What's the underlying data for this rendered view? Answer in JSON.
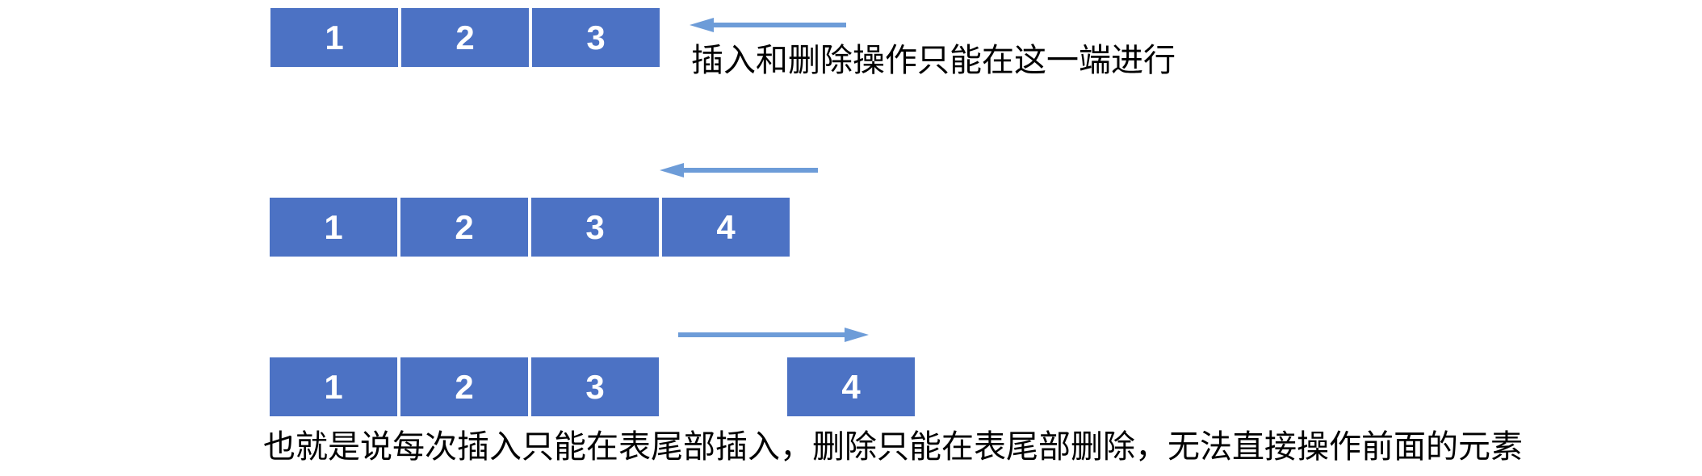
{
  "colors": {
    "background": "#FFFFFF",
    "box_fill": "#4C72C4",
    "box_number": "#FFFFFF",
    "arrow": "#6D9CD8",
    "caption": "#000000"
  },
  "rows": [
    {
      "cells": [
        "1",
        "2",
        "3"
      ]
    },
    {
      "cells": [
        "1",
        "2",
        "3",
        "4"
      ]
    },
    {
      "cells": [
        "1",
        "2",
        "3"
      ],
      "detached_cell": "4"
    }
  ],
  "arrows": [
    {
      "name": "top-arrow",
      "direction": "left"
    },
    {
      "name": "middle-arrow",
      "direction": "left"
    },
    {
      "name": "bottom-arrow",
      "direction": "right"
    }
  ],
  "captions": {
    "top": "插入和删除操作只能在这一端进行",
    "bottom": "也就是说每次插入只能在表尾部插入，删除只能在表尾部删除，无法直接操作前面的元素"
  }
}
